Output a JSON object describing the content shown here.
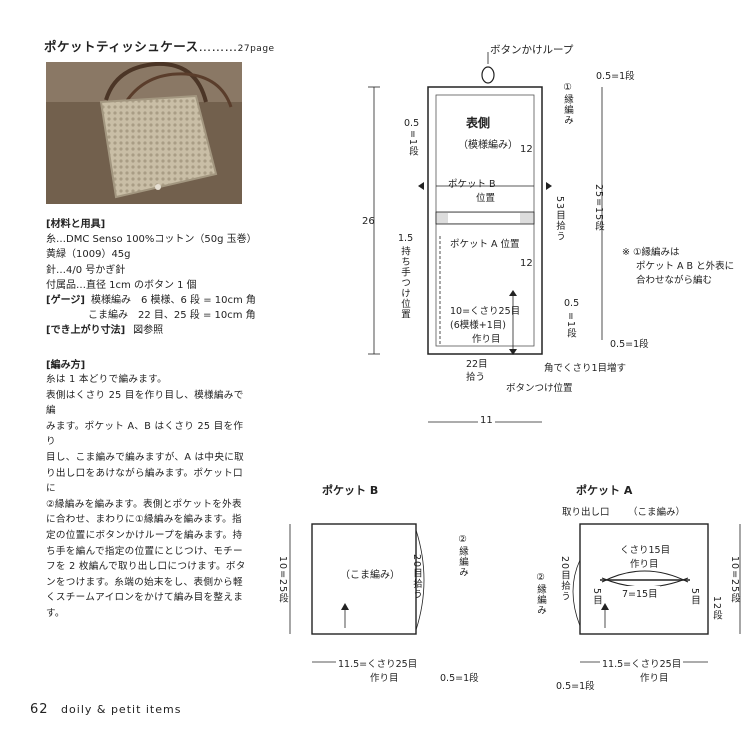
{
  "header": {
    "title": "ポケットティッシュケース",
    "dots": "………",
    "page_ref": "27page"
  },
  "materials": {
    "heading": "[材料と用具]",
    "lines": [
      "糸…DMC Senso 100%コットン（50g 玉巻）",
      "黄緑（1009）45g",
      "針…4/0 号かぎ針",
      "付属品…直径 1cm のボタン 1 個"
    ]
  },
  "gauge": {
    "label": "[ゲージ]",
    "line1": "模様編み　6 模様、6 段 = 10cm 角",
    "line2": "こま編み　22 目、25 段 = 10cm 角"
  },
  "size": {
    "label": "[でき上がり寸法]",
    "value": "図参照"
  },
  "instructions": {
    "heading": "[編み方]",
    "lines": [
      "糸は 1 本どりで編みます。",
      "表側はくさり 25 目を作り目し、模様編みで編",
      "みます。ポケット A、B はくさり 25 目を作り",
      "目し、こま編みで編みますが、A は中央に取",
      "り出し口をあけながら編みます。ポケット口に",
      "②縁編みを編みます。表側とポケットを外表",
      "に合わせ、まわりに①縁編みを編みます。指",
      "定の位置にボタンかけループを編みます。持",
      "ち手を編んで指定の位置にとじつけ、モチー",
      "フを 2 枚編んで取り出し口につけます。ボタ",
      "ンをつけます。糸端の始末をし、表側から軽",
      "くスチームアイロンをかけて編み目を整えま",
      "す。"
    ]
  },
  "diagram_main": {
    "loop": "ボタンかけループ",
    "face": "表側",
    "face_sub": "（模様編み）",
    "edge1": "①縁編み",
    "d05": "0.5",
    "d05_dan": "=1段",
    "twelve": "12",
    "twelve2": "12",
    "pocket_b": "ポケット B",
    "pocket_b_pos": "位置",
    "pocket_a_pos": "ポケット A 位置",
    "pick53": "53目拾う",
    "d26": "26",
    "d25": "25=15段",
    "handle": "持ち手つけ位置",
    "d15": "1.5",
    "d10": "10=くさり25目",
    "d10b": "(6模様+1目)",
    "saku": "作り目",
    "pick22": "22目拾う",
    "inc": "角でくさり1目増す",
    "button": "ボタンつけ位置",
    "d11": "11",
    "top05": "0.5=1段",
    "bot05": "0.5=1段",
    "side05": "0.5=1段"
  },
  "note": {
    "mark": "※",
    "lines": [
      "①縁編みは",
      "ポケット A B と外表に",
      "合わせながら編む"
    ]
  },
  "pocket_b": {
    "title": "ポケット B",
    "stitch": "（こま編み）",
    "pick": "20目拾う",
    "edge": "②縁編み",
    "height": "10=25段",
    "width": "11.5=くさり25目",
    "saku": "作り目",
    "d05": "0.5=1段"
  },
  "pocket_a": {
    "title": "ポケット A",
    "opening": "取り出し口",
    "stitch": "（こま編み）",
    "chain15": "くさり15目",
    "saku": "作り目",
    "seven": "7=15目",
    "pick": "20目拾う",
    "edge": "②縁編み",
    "five": "5目",
    "five2": "5目",
    "twelve": "12段",
    "height": "10=25段",
    "width": "11.5=くさり25目",
    "saku2": "作り目",
    "d05": "0.5=1段"
  },
  "footer": {
    "page_num": "62",
    "series": "doily & petit items"
  }
}
